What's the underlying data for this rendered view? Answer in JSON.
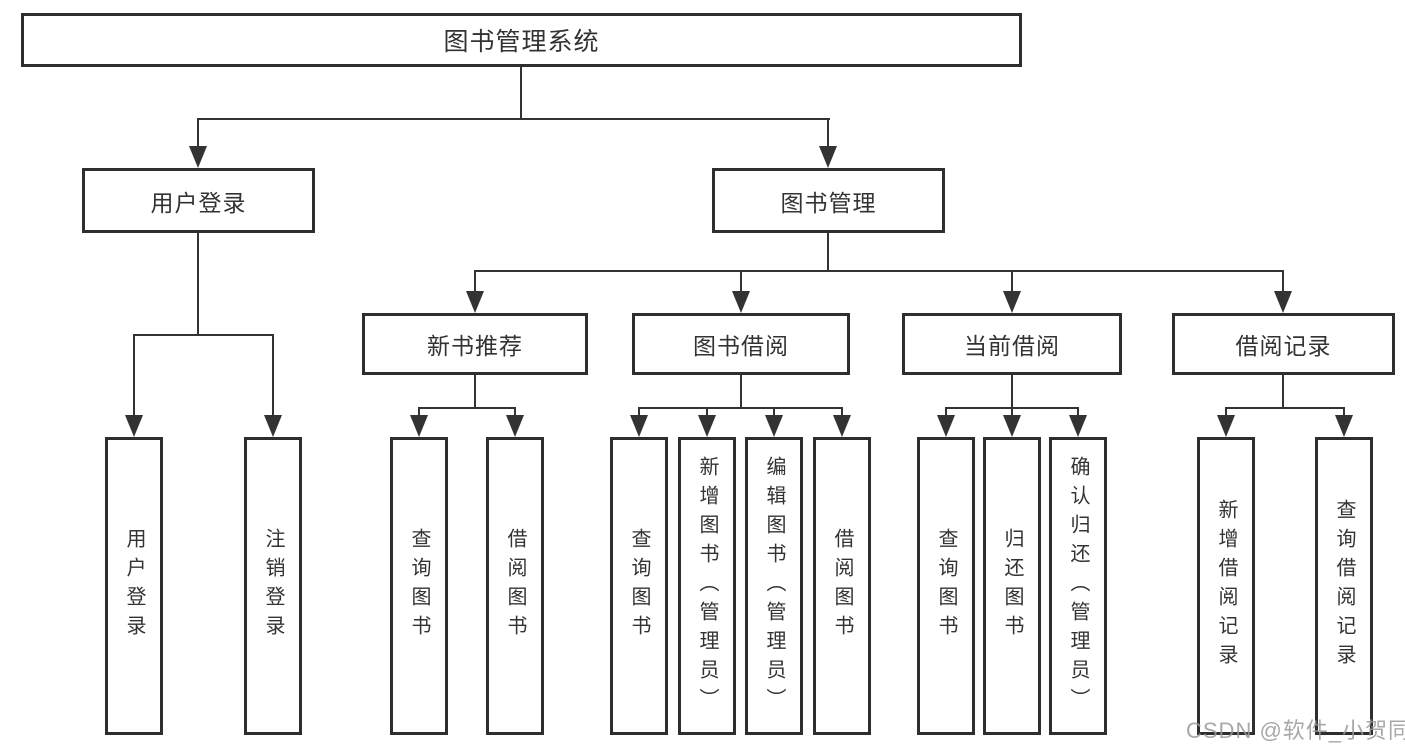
{
  "diagram": {
    "watermark": "CSDN @软件_小贺同学",
    "colors": {
      "line": "#333333",
      "border": "#2e2e2e",
      "text": "#333333",
      "background": "#ffffff",
      "watermark": "#999999"
    },
    "tree": {
      "root": "图书管理系统",
      "children": [
        {
          "label": "用户登录",
          "leaves": [
            "用户登录",
            "注销登录"
          ]
        },
        {
          "label": "图书管理",
          "children": [
            {
              "label": "新书推荐",
              "leaves": [
                "查询图书",
                "借阅图书"
              ]
            },
            {
              "label": "图书借阅",
              "leaves": [
                "查询图书",
                "新增图书（管理员）",
                "编辑图书（管理员）",
                "借阅图书"
              ]
            },
            {
              "label": "当前借阅",
              "leaves": [
                "查询图书",
                "归还图书",
                "确认归还（管理员）"
              ]
            },
            {
              "label": "借阅记录",
              "leaves": [
                "新增借阅记录",
                "查询借阅记录"
              ]
            }
          ]
        }
      ]
    }
  }
}
